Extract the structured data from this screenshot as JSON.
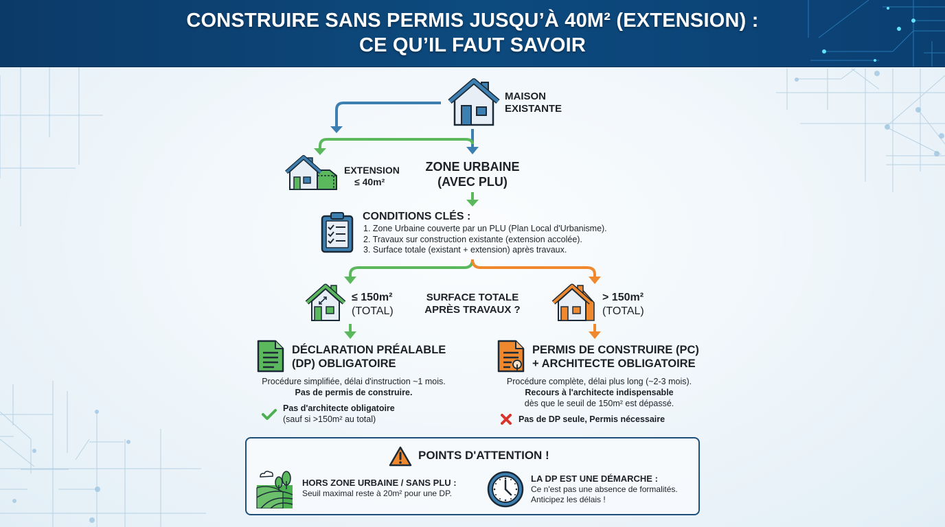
{
  "header": {
    "title_line1": "CONSTRUIRE SANS PERMIS JUSQU’À 40M² (EXTENSION) :",
    "title_line2": "CE QU’IL FAUT SAVOIR"
  },
  "flow": {
    "start": {
      "line1": "MAISON",
      "line2": "EXISTANTE",
      "icon": "house-icon"
    },
    "extension": {
      "line1": "EXTENSION",
      "line2": "≤ 40m²",
      "icon": "house-extension-icon"
    },
    "zone": {
      "line1": "ZONE URBAINE",
      "line2": "(AVEC PLU)"
    },
    "conditions": {
      "title": "CONDITIONS CLÉS :",
      "icon": "clipboard-checklist-icon",
      "items": [
        "1. Zone Urbaine couverte par un PLU (Plan Local d'Urbanisme).",
        "2. Travaux sur construction existante (extension accolée).",
        "3. Surface totale (existant + extension) après travaux."
      ]
    },
    "question": {
      "line1": "SURFACE TOTALE",
      "line2": "APRÈS TRAVAUX ?"
    },
    "left_branch": {
      "surface_line1": "≤ 150m²",
      "surface_line2": "(TOTAL)",
      "title_line1": "DÉCLARATION PRÉALABLE",
      "title_line2": "(DP) OBLIGATOIRE",
      "desc_line1": "Procédure simplifiée, délai d'instruction ~1 mois.",
      "desc_line2": "Pas de permis de construire.",
      "note_line1": "Pas d'architecte obligatoire",
      "note_line2": "(sauf si >150m² au total)",
      "color": "#4caf50"
    },
    "right_branch": {
      "surface_line1": "> 150m²",
      "surface_line2": "(TOTAL)",
      "title_line1": "PERMIS DE CONSTRUIRE (PC)",
      "title_line2": "+ ARCHITECTE OBLIGATOIRE",
      "desc_line1": "Procédure complète, délai plus long (~2-3 mois).",
      "desc_line2": "Recours à l'architecte indispensable",
      "desc_line3": "dès que le seuil de 150m² est dépassé.",
      "note": "Pas de DP seule, Permis nécessaire",
      "color": "#f0892e"
    }
  },
  "attention": {
    "title": "POINTS D'ATTENTION !",
    "left": {
      "heading": "HORS ZONE URBAINE / SANS PLU :",
      "text": "Seuil maximal reste à 20m² pour une DP."
    },
    "right": {
      "heading": "LA DP EST UNE DÉMARCHE :",
      "text_line1": "Ce n'est pas une absence de formalités.",
      "text_line2": "Anticipez les délais !"
    }
  },
  "colors": {
    "header_bg": "#0d4478",
    "blue": "#3d7fb0",
    "green": "#5cb85c",
    "orange": "#f0892e",
    "red": "#d9342b",
    "box_border": "#1d4f7c"
  }
}
